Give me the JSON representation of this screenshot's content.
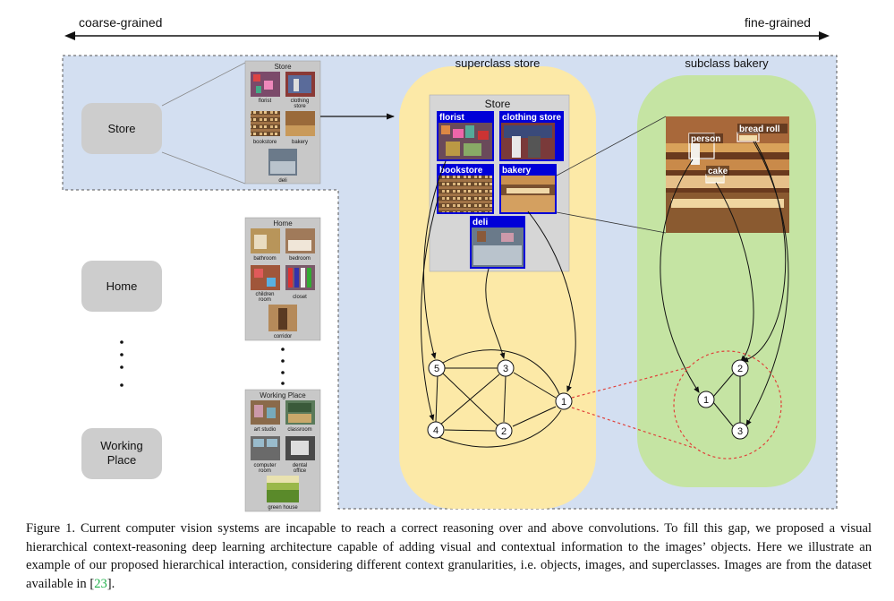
{
  "axis": {
    "left_label": "coarse-grained",
    "right_label": "fine-grained"
  },
  "levels": {
    "store": "Store",
    "home": "Home",
    "working_place_line1": "Working",
    "working_place_line2": "Place"
  },
  "store_thumb": {
    "title": "Store",
    "items": [
      "florist",
      "clothing",
      "store",
      "bookstore",
      "bakery",
      "deli"
    ]
  },
  "home_thumb": {
    "title": "Home",
    "items": [
      "bathroom",
      "bedroom",
      "children",
      "room",
      "closet",
      "corridor"
    ]
  },
  "work_thumb": {
    "title": "Working Place",
    "items": [
      "art studio",
      "classroom",
      "computer",
      "room",
      "dental",
      "office",
      "green house"
    ]
  },
  "superclass": {
    "title": "superclass store",
    "box_title": "Store",
    "images": [
      "florist",
      "clothing store",
      "bookstore",
      "bakery",
      "deli"
    ],
    "nodes": [
      "5",
      "3",
      "1",
      "4",
      "2"
    ]
  },
  "subclass": {
    "title": "subclass bakery",
    "objects": [
      "person",
      "bread roll",
      "cake"
    ],
    "nodes": [
      "2",
      "1",
      "3"
    ]
  },
  "caption": {
    "text": "Figure 1. Current computer vision systems are incapable to reach a correct reasoning over and above convolutions. To fill this gap, we proposed a visual hierarchical context-reasoning deep learning architecture capable of adding visual and contextual information to the images’ objects. Here we illustrate an example of our proposed hierarchical interaction, considering different context granularities, i.e. objects, images, and superclasses. Images are from the dataset available in [",
    "ref": "23",
    "end": "]."
  },
  "colors": {
    "panel_blue": "#d3dff1",
    "superclass_yellow": "#fce9a7",
    "subclass_green": "#c5e4a3",
    "level_gray": "#cdcdcd",
    "label_blue": "#0000d8",
    "dashed_red": "#e0413a"
  }
}
